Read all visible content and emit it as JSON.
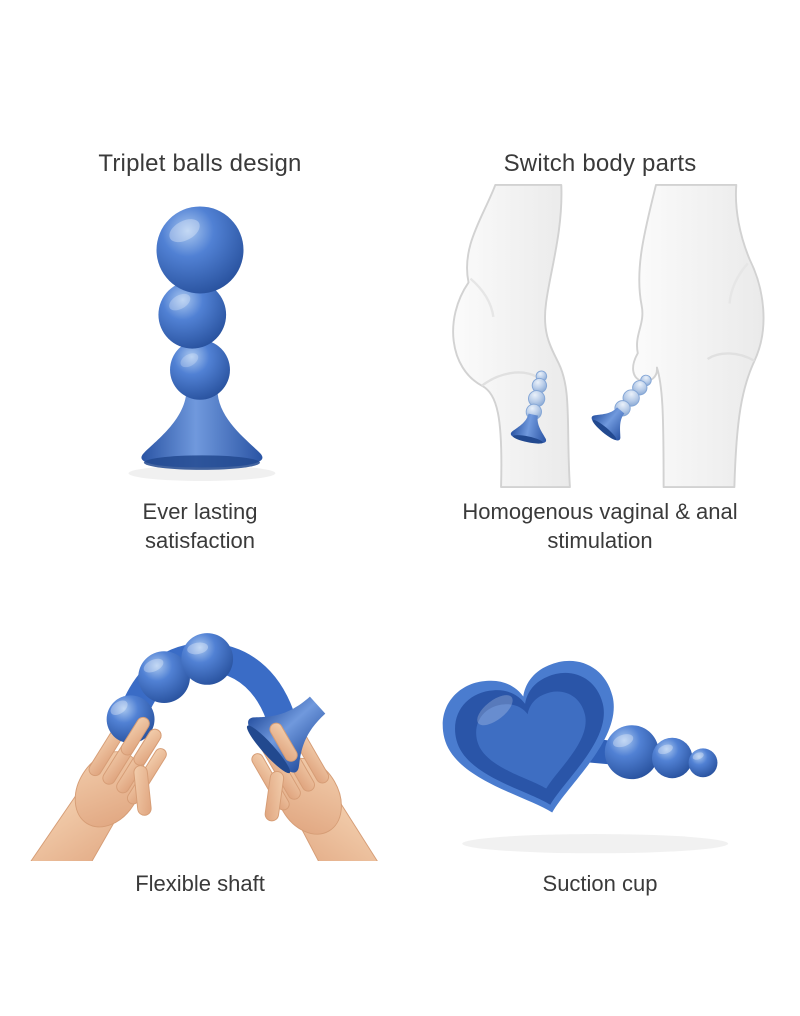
{
  "panels": {
    "triplet": {
      "title": "Triplet balls design",
      "caption_line1": "Ever lasting",
      "caption_line2": "satisfaction"
    },
    "switch": {
      "title": "Switch body parts",
      "caption_line1": "Homogenous vaginal & anal",
      "caption_line2": "stimulation"
    },
    "flexible": {
      "caption": "Flexible shaft"
    },
    "suction": {
      "caption": "Suction cup"
    }
  },
  "illustrations": {
    "triplet": "blue-beaded-product-standing-on-suction-base",
    "switch": "two-gray-body-silhouettes-with-small-blue-plugs",
    "flexible": "two-hands-bending-flexible-blue-shaft",
    "suction": "heart-shaped-blue-suction-cup-base-with-beads"
  },
  "colors": {
    "product_blue": "#3a6cc6",
    "product_blue_dark": "#22498f",
    "product_blue_light": "#aac8f0",
    "body_gray": "#ebebeb",
    "skin": "#e8b78f",
    "text": "#3a3a3a",
    "background": "#ffffff"
  }
}
